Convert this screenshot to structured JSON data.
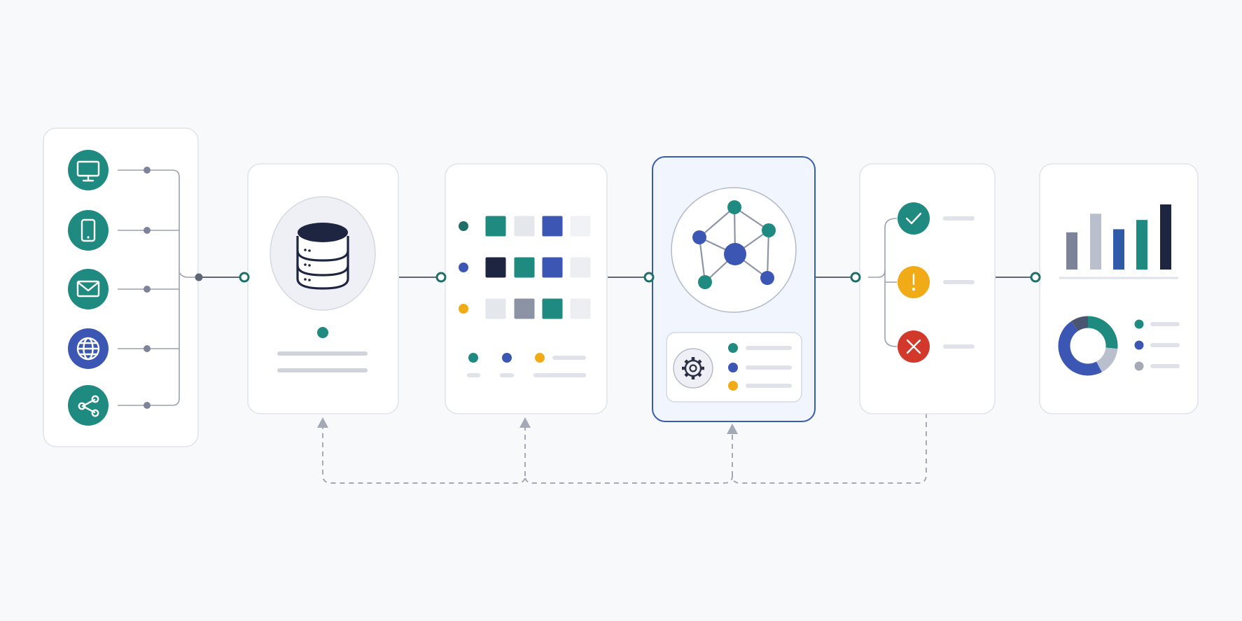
{
  "colors": {
    "teal": "#1e8a80",
    "blue": "#3b57b3",
    "navy": "#1e2540",
    "amber": "#f0ab16",
    "red": "#d3392b",
    "gray": "#8c93a4",
    "light_gray": "#e4e7ec",
    "featured_border": "#3b5bae",
    "connector": "#5e6677"
  },
  "pipeline": [
    {
      "stage": "sources",
      "items": [
        {
          "icon": "monitor-icon",
          "color": "#1e8a80"
        },
        {
          "icon": "smartphone-icon",
          "color": "#1e8a80"
        },
        {
          "icon": "mail-icon",
          "color": "#1e8a80"
        },
        {
          "icon": "globe-icon",
          "color": "#3b57b3"
        },
        {
          "icon": "share-icon",
          "color": "#1e8a80"
        }
      ]
    },
    {
      "stage": "storage",
      "icon": "database-icon",
      "status_dot": "#1e8a80"
    },
    {
      "stage": "transform",
      "row_dots": [
        "#1e6f6a",
        "#3b57b3",
        "#f0ab16"
      ],
      "grid": [
        [
          "#1e8a80",
          "#e4e7ec",
          "#3b57b3",
          "#f1f2f5"
        ],
        [
          "#1e2540",
          "#1e8a80",
          "#3b57b3",
          "#eceef2"
        ],
        [
          "#e4e7ec",
          "#8c93a4",
          "#1e8a80",
          "#eceef2"
        ]
      ],
      "legend_dots": [
        "#1e8a80",
        "#3b57b3",
        "#f0ab16"
      ]
    },
    {
      "stage": "model",
      "featured": true,
      "icon": "network-graph-icon",
      "settings_icon": "gear-icon",
      "legend_dots": [
        "#1e8a80",
        "#3b57b3",
        "#f0ab16"
      ]
    },
    {
      "stage": "validation",
      "statuses": [
        {
          "icon": "check-icon",
          "color": "#1e8a80"
        },
        {
          "icon": "warning-icon",
          "color": "#f0ab16"
        },
        {
          "icon": "error-icon",
          "color": "#d3392b"
        }
      ]
    },
    {
      "stage": "analytics",
      "bar_chart": {
        "type": "bar",
        "values": [
          48,
          72,
          52,
          64,
          84
        ],
        "colors": [
          "#7d8499",
          "#b9bfcc",
          "#2f5aa8",
          "#1e8a80",
          "#1e2540"
        ]
      },
      "donut_chart": {
        "type": "pie",
        "values": [
          22,
          13,
          40,
          8
        ],
        "colors": [
          "#1e8a80",
          "#b9bfcc",
          "#3b57b3",
          "#4a5570"
        ]
      },
      "legend_dots": [
        "#1e8a80",
        "#3b57b3",
        "#a4aab6"
      ]
    }
  ]
}
